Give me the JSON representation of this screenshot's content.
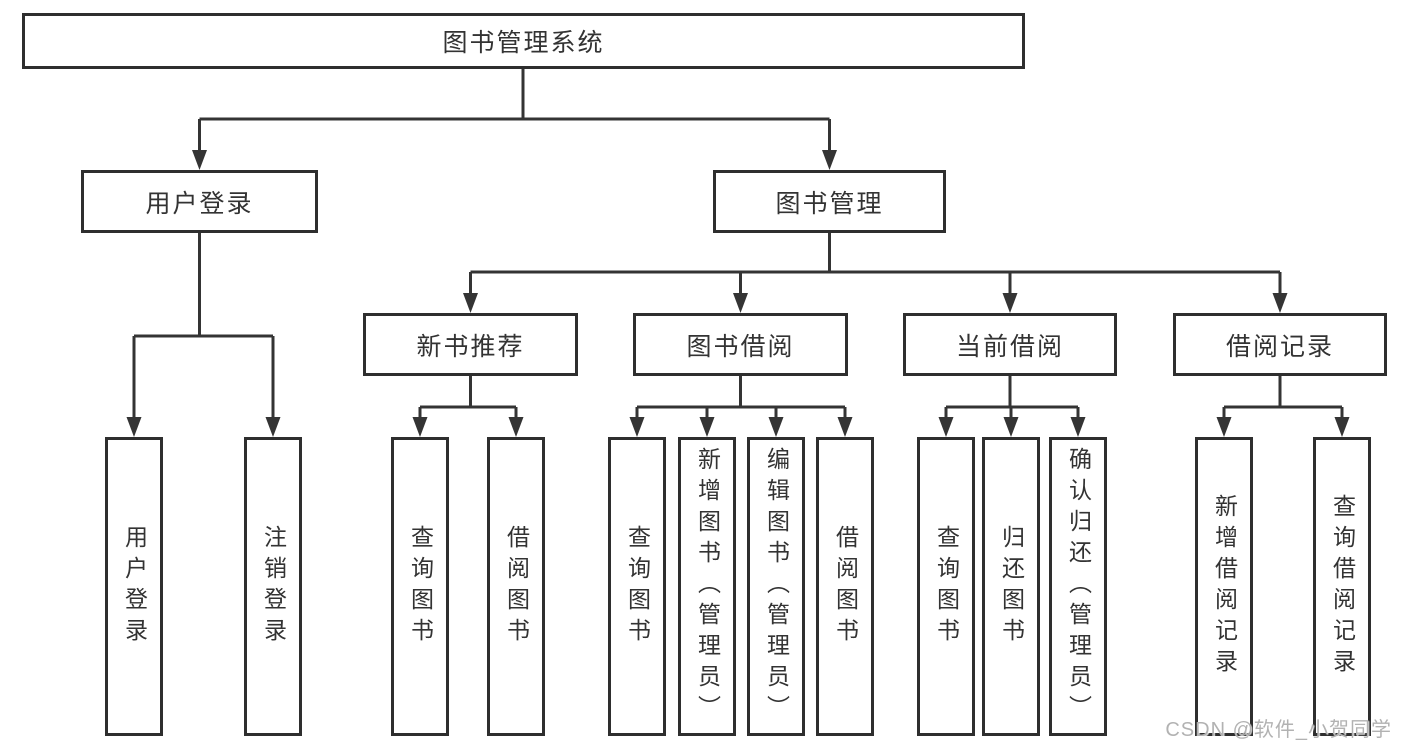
{
  "diagram": {
    "title": "图书管理系统",
    "colors": {
      "line": "#343434",
      "box_border": "#2e2e2e",
      "text": "#333333",
      "watermark": "#b2b2b2",
      "background": "#ffffff"
    },
    "root": {
      "label": "图书管理系统"
    },
    "level2": [
      {
        "id": "user-login",
        "label": "用户登录"
      },
      {
        "id": "book-management",
        "label": "图书管理"
      }
    ],
    "level3": [
      {
        "id": "new-book-recommend",
        "label": "新书推荐"
      },
      {
        "id": "book-borrowing",
        "label": "图书借阅"
      },
      {
        "id": "current-borrowing",
        "label": "当前借阅"
      },
      {
        "id": "borrowing-records",
        "label": "借阅记录"
      }
    ],
    "leaves": {
      "user_login": [
        {
          "label": "用户登录"
        },
        {
          "label": "注销登录"
        }
      ],
      "new_book_recommend": [
        {
          "label": "查询图书"
        },
        {
          "label": "借阅图书"
        }
      ],
      "book_borrowing": [
        {
          "label": "查询图书"
        },
        {
          "label": "新增图书（管理员）"
        },
        {
          "label": "编辑图书（管理员）"
        },
        {
          "label": "借阅图书"
        }
      ],
      "current_borrowing": [
        {
          "label": "查询图书"
        },
        {
          "label": "归还图书"
        },
        {
          "label": "确认归还（管理员）"
        }
      ],
      "borrowing_records": [
        {
          "label": "新增借阅记录"
        },
        {
          "label": "查询借阅记录"
        }
      ]
    }
  },
  "watermark": {
    "text": "CSDN @软件_小贺同学"
  }
}
